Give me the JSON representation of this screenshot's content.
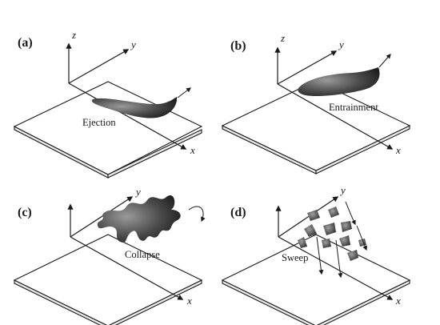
{
  "panels": [
    {
      "letter": "(a)",
      "event": "Ejection",
      "axes": {
        "x": "x",
        "y": "y",
        "z": "z"
      }
    },
    {
      "letter": "(b)",
      "event": "Entrainment",
      "axes": {
        "x": "x",
        "y": "y",
        "z": "z"
      }
    },
    {
      "letter": "(c)",
      "event": "Collapse",
      "axes": {
        "x": "x",
        "y": "y",
        "z": ""
      }
    },
    {
      "letter": "(d)",
      "event": "Sweep",
      "axes": {
        "x": "x",
        "y": "y",
        "z": ""
      }
    }
  ],
  "colors": {
    "ink": "#1a1a1a",
    "plate_edge": "#e8e8e8",
    "structure_dark": "#2e2e2e",
    "structure_light": "#9a9a9a"
  }
}
